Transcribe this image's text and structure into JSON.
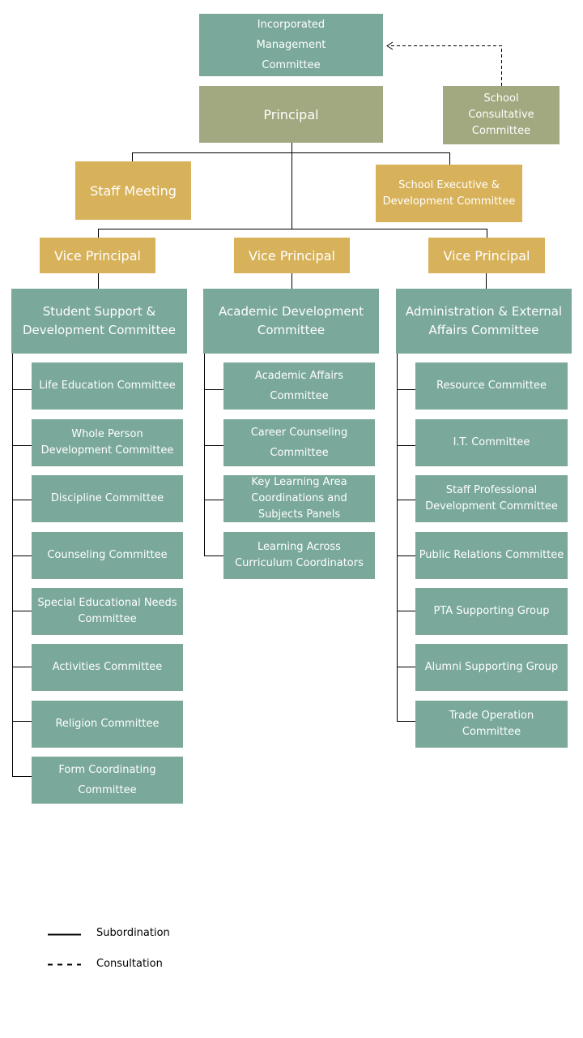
{
  "top": {
    "imc": "Incorporated\nManagement\nCommittee",
    "principal": "Principal",
    "scc": "School\nConsultative\nCommittee",
    "staff_meeting": "Staff Meeting",
    "sedc": "School Executive &\nDevelopment Committee"
  },
  "vice_principals": [
    "Vice Principal",
    "Vice Principal",
    "Vice Principal"
  ],
  "columns": [
    {
      "head": "Student Support &\nDevelopment Committee",
      "items": [
        "Life Education Committee",
        "Whole Person\nDevelopment Committee",
        "Discipline Committee",
        "Counseling Committee",
        "Special Educational Needs\nCommittee",
        "Activities Committee",
        "Religion Committee",
        "Form Coordinating\nCommittee"
      ]
    },
    {
      "head": "Academic Development\nCommittee",
      "items": [
        "Academic Affairs\nCommittee",
        "Career Counseling\nCommittee",
        "Key Learning Area\nCoordinations and\nSubjects Panels",
        "Learning Across\nCurriculum Coordinators"
      ]
    },
    {
      "head": "Administration & External\nAffairs Committee",
      "items": [
        "Resource Committee",
        "I.T. Committee",
        "Staff Professional\nDevelopment Committee",
        "Public Relations Committee",
        "PTA Supporting  Group",
        "Alumni Supporting Group",
        "Trade Operation Committee"
      ]
    }
  ],
  "legend": {
    "subordination": "Subordination",
    "consultation": "Consultation"
  },
  "colors": {
    "teal": "#7aa89a",
    "olive": "#a2a87f",
    "gold": "#d8b25a"
  }
}
